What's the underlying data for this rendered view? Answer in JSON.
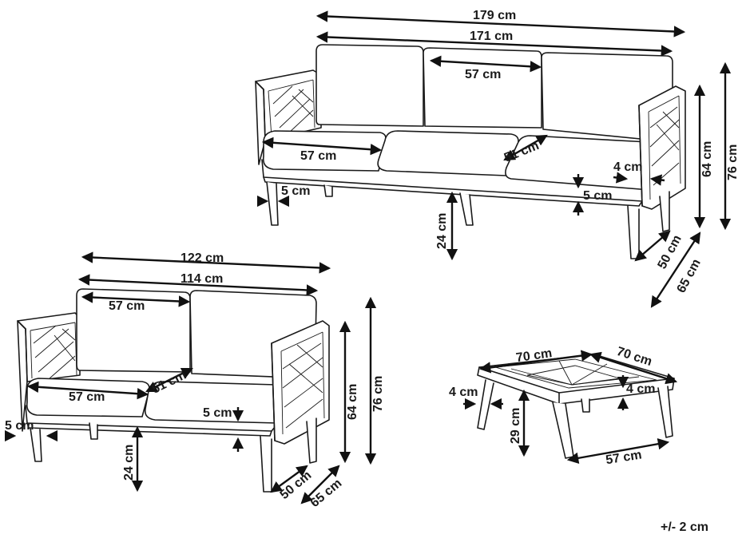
{
  "sofa3": {
    "width_outer": "179 cm",
    "width_inner": "171 cm",
    "cushion_width": "57 cm",
    "seat_width": "57 cm",
    "seat_depth": "51 cm",
    "arm_thickness": "4 cm",
    "leg_thickness": "5 cm",
    "seat_thickness": "5 cm",
    "seat_height": "24 cm",
    "arm_height": "64 cm",
    "total_height": "76 cm",
    "seat_inner_depth": "50 cm",
    "total_depth": "65 cm"
  },
  "sofa2": {
    "width_outer": "122 cm",
    "width_inner": "114 cm",
    "cushion_width": "57 cm",
    "seat_width": "57 cm",
    "seat_depth": "51 cm",
    "leg_thickness": "5 cm",
    "seat_thickness": "5 cm",
    "seat_height": "24 cm",
    "arm_height": "64 cm",
    "total_height": "76 cm",
    "seat_inner_depth": "50 cm",
    "total_depth": "65 cm"
  },
  "table": {
    "width": "70 cm",
    "depth": "70 cm",
    "leg_thickness": "4 cm",
    "top_thickness": "4 cm",
    "height": "29 cm",
    "base_width": "57 cm"
  },
  "tolerance": "+/- 2 cm"
}
